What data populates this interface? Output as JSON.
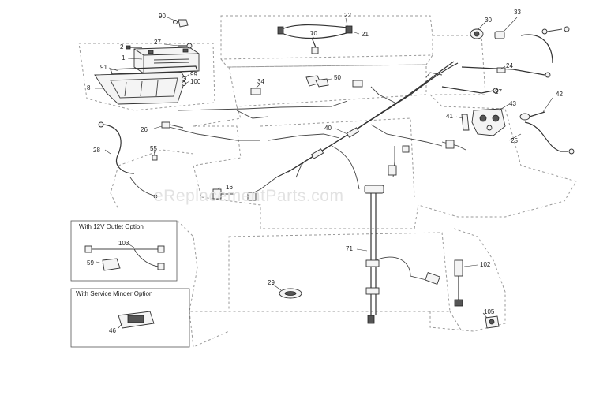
{
  "watermark": "eReplacementParts.com",
  "option_boxes": [
    {
      "title": "With 12V Outlet Option"
    },
    {
      "title": "With Service Minder Option"
    }
  ],
  "part_numbers": {
    "p90": "90",
    "p22": "22",
    "p70": "70",
    "p21": "21",
    "p30": "30",
    "p33": "33",
    "p2": "2",
    "p27a": "27",
    "p1": "1",
    "p91": "91",
    "p99": "99",
    "p100": "100",
    "p8": "8",
    "p50": "50",
    "p34": "34",
    "p24": "24",
    "p27b": "27",
    "p43": "43",
    "p42": "42",
    "p41": "41",
    "p26": "26",
    "p40": "40",
    "p25": "25",
    "p28": "28",
    "p55": "55",
    "p16": "16",
    "p103": "103",
    "p59": "59",
    "p71": "71",
    "p102": "102",
    "p29": "29",
    "p46": "46",
    "p105": "105"
  }
}
